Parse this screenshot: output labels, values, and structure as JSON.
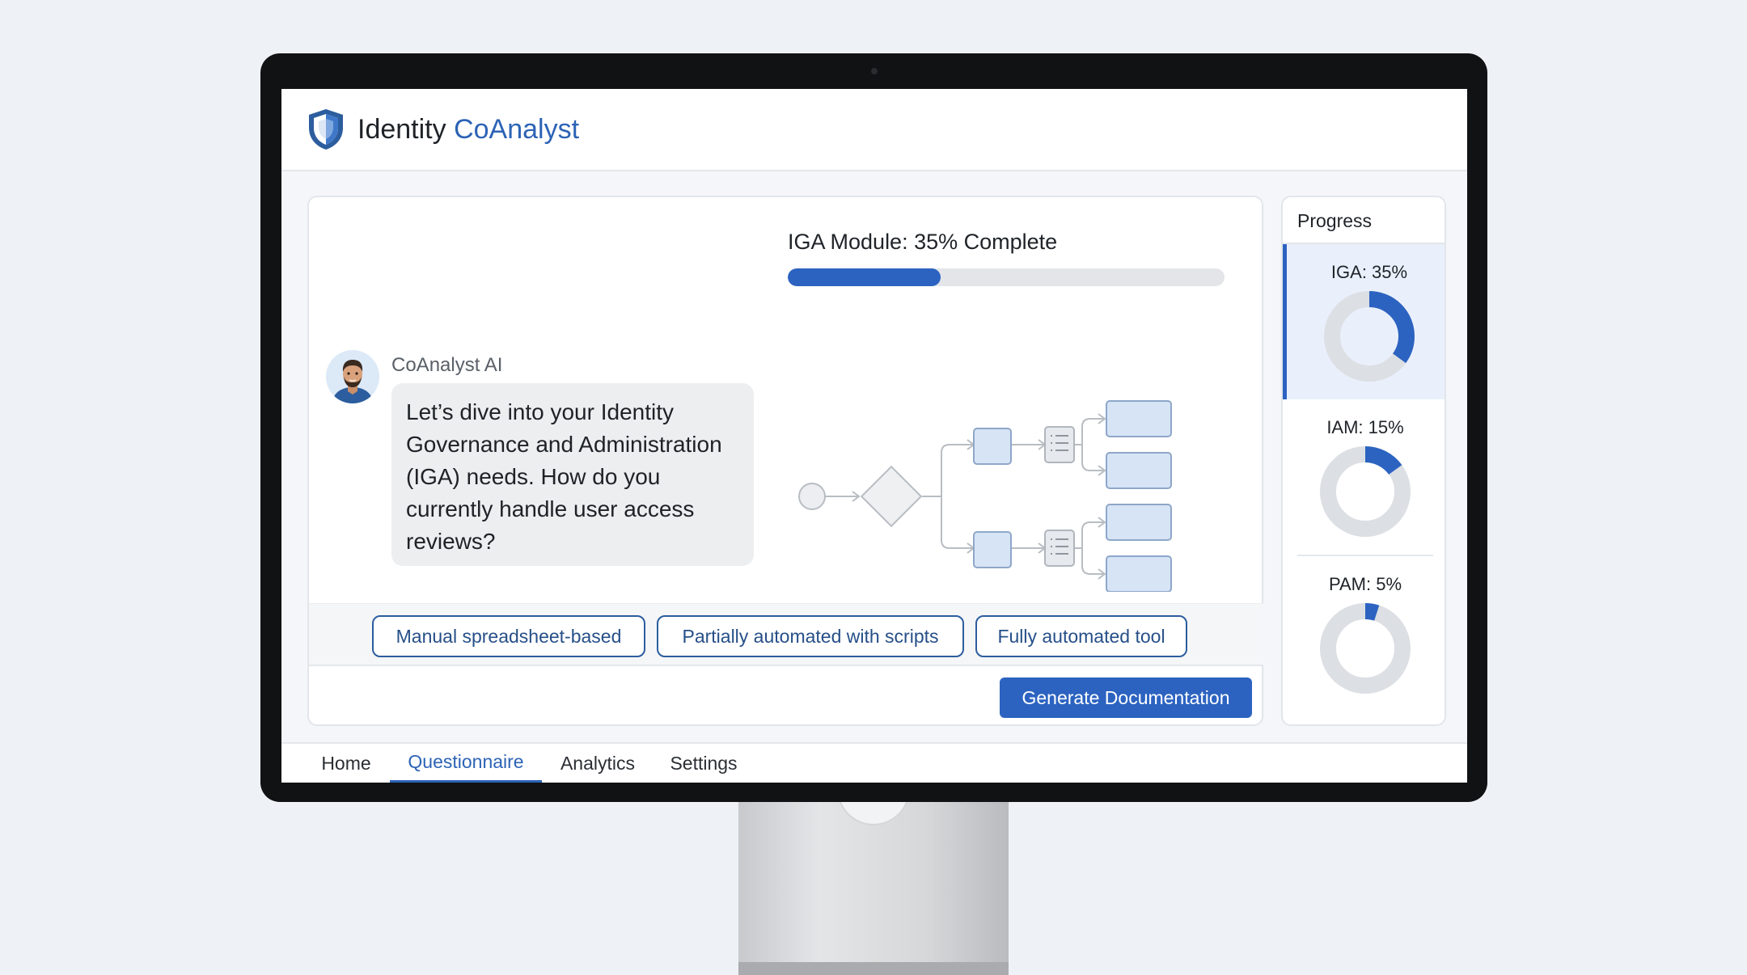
{
  "app": {
    "brand_primary": "Identity",
    "brand_accent": "CoAnalyst",
    "accent_color": "#2c63c1"
  },
  "module_progress": {
    "title": "IGA Module: 35% Complete",
    "value": 0.35
  },
  "chat": {
    "sender": "CoAnalyst AI",
    "message": "Let’s dive into your Identity Governance and Administration (IGA) needs. How do you currently handle user access reviews?"
  },
  "answers": [
    "Manual spreadsheet-based",
    "Partially automated with scripts",
    "Fully automated tool"
  ],
  "actions": {
    "generate_label": "Generate Documentation"
  },
  "progress_panel": {
    "title": "Progress",
    "metrics": [
      {
        "label": "IGA: 35%",
        "value": 0.35,
        "active": true
      },
      {
        "label": "IAM: 15%",
        "value": 0.15,
        "active": false
      },
      {
        "label": "PAM: 5%",
        "value": 0.05,
        "active": false
      }
    ]
  },
  "tabs": [
    {
      "label": "Home",
      "active": false
    },
    {
      "label": "Questionnaire",
      "active": true
    },
    {
      "label": "Analytics",
      "active": false
    },
    {
      "label": "Settings",
      "active": false
    }
  ]
}
